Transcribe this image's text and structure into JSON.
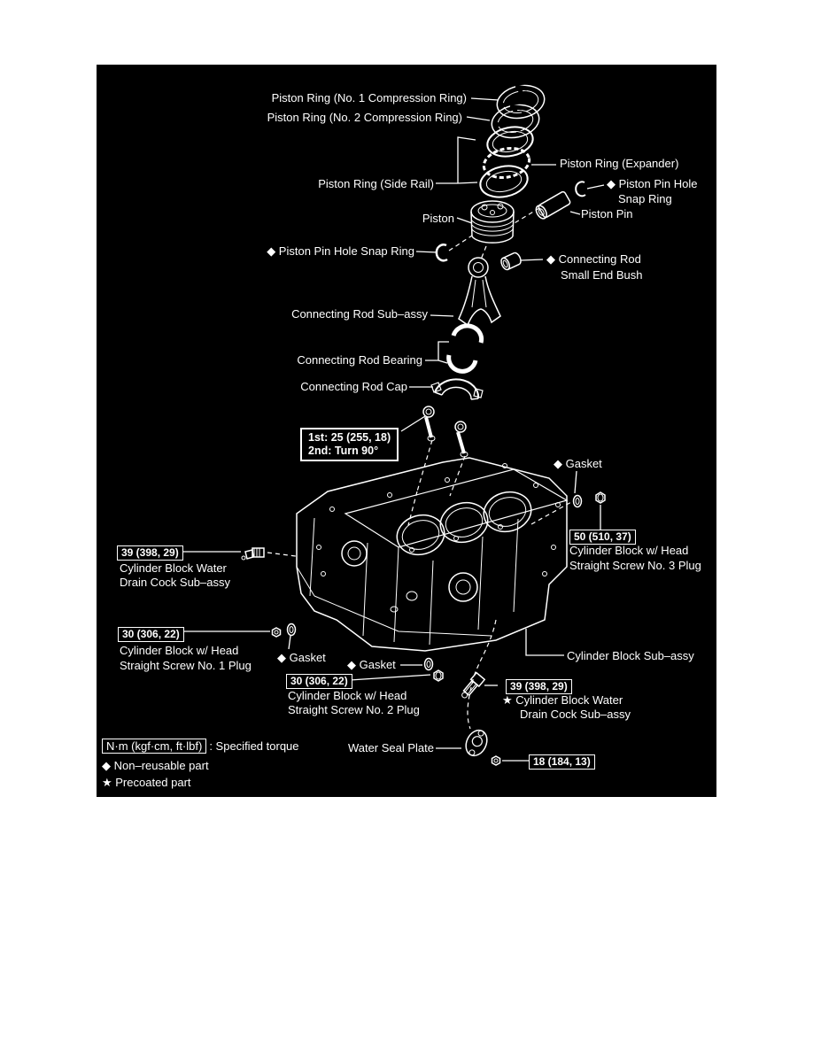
{
  "diagram": {
    "colors": {
      "background": "#000000",
      "foreground": "#ffffff"
    },
    "labels": {
      "ring_no1": "Piston Ring (No. 1 Compression Ring)",
      "ring_no2": "Piston Ring (No. 2 Compression Ring)",
      "ring_expander": "Piston Ring (Expander)",
      "ring_side_rail": "Piston Ring (Side Rail)",
      "pin_snap_right_1": "◆ Piston Pin Hole",
      "pin_snap_right_2": "Snap Ring",
      "piston": "Piston",
      "piston_pin": "Piston Pin",
      "pin_snap_left": "◆ Piston Pin Hole Snap Ring",
      "small_end_bush_1": "◆ Connecting Rod",
      "small_end_bush_2": "Small End Bush",
      "rod_subassy": "Connecting Rod Sub–assy",
      "rod_bearing": "Connecting Rod Bearing",
      "rod_cap": "Connecting Rod Cap",
      "gasket_top": "◆ Gasket",
      "gasket_left": "◆ Gasket",
      "gasket_mid": "◆ Gasket",
      "cyl_block_subassy": "Cylinder Block Sub–assy",
      "drain_left_1": "Cylinder Block Water",
      "drain_left_2": "Drain Cock Sub–assy",
      "plug1_1": "Cylinder Block w/ Head",
      "plug1_2": "Straight Screw No. 1 Plug",
      "plug2_1": "Cylinder Block w/ Head",
      "plug2_2": "Straight Screw No. 2 Plug",
      "plug3_1": "Cylinder Block w/ Head",
      "plug3_2": "Straight Screw No. 3 Plug",
      "drain_right_1": "★ Cylinder Block Water",
      "drain_right_2": "Drain Cock Sub–assy",
      "water_seal_plate": "Water Seal Plate"
    },
    "torque_boxes": {
      "rod_bolts_line1": "1st: 25 (255, 18)",
      "rod_bolts_line2": "2nd: Turn 90°",
      "drain_left": "39 (398, 29)",
      "plug_no3": "50 (510, 37)",
      "plug_no1": "30 (306, 22)",
      "plug_no2": "30 (306, 22)",
      "drain_right": "39 (398, 29)",
      "water_seal_nut": "18 (184, 13)"
    },
    "legend": {
      "torque_unit": "N·m (kgf·cm, ft·lbf)",
      "torque_desc": ": Specified torque",
      "non_reusable": "◆ Non–reusable part",
      "precoated": "★ Precoated part"
    }
  }
}
